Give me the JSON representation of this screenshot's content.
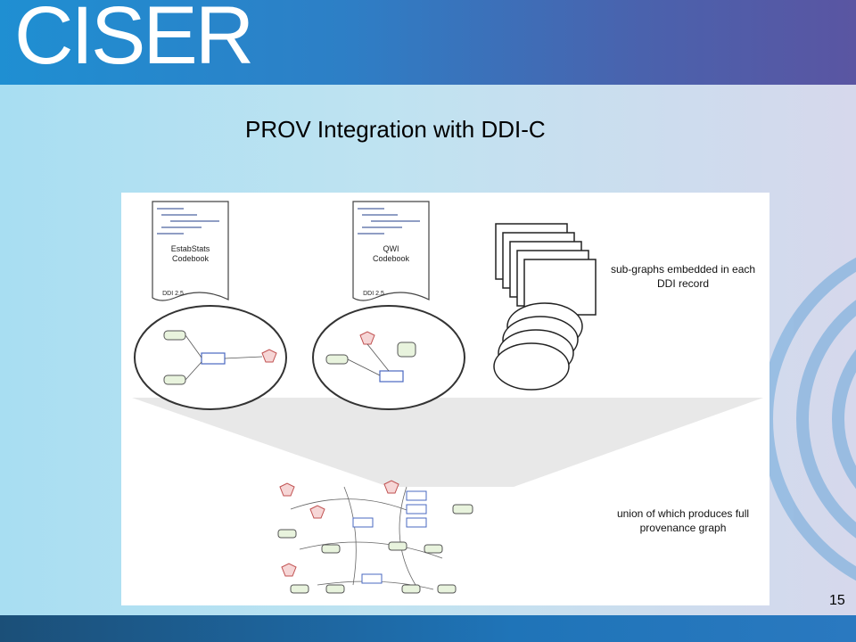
{
  "header": {
    "logo": "CISER"
  },
  "slide": {
    "title": "PROV Integration with DDI-C",
    "page_number": "15"
  },
  "figure": {
    "documents": [
      {
        "name": "EstabStats",
        "sub": "Codebook",
        "version": "DDI 2.5"
      },
      {
        "name": "QWI",
        "sub": "Codebook",
        "version": "DDI 2.5"
      }
    ],
    "captions": {
      "subgraphs": "sub-graphs embedded in each DDI record",
      "union": "union of which produces full provenance graph"
    }
  },
  "colors": {
    "header_start": "#1f8fd2",
    "header_end": "#5a55a2",
    "footer": "#1f74b8",
    "background": "#bfe3f1"
  }
}
